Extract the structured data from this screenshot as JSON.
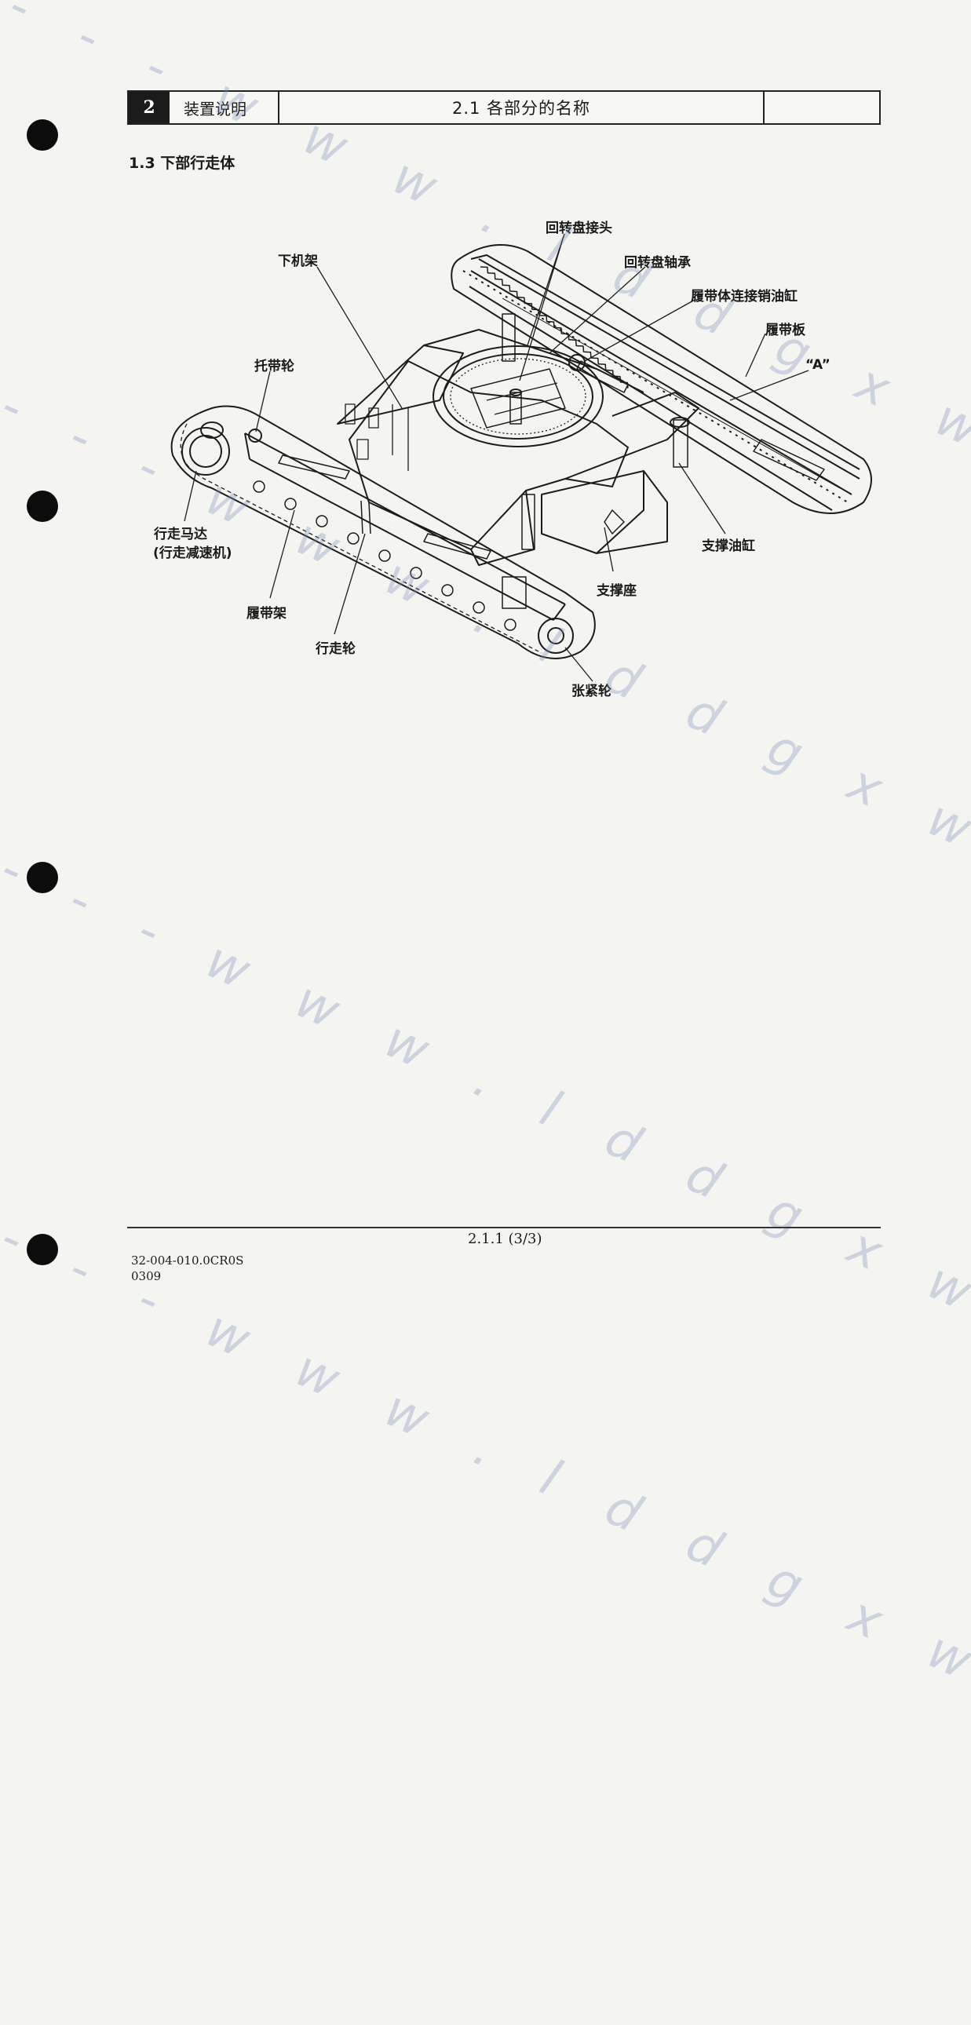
{
  "header": {
    "chapter_number": "2",
    "chapter_title": "装置说明",
    "section_title": "2.1  各部分的名称"
  },
  "subtitle": "1.3  下部行走体",
  "diagram": {
    "labels": {
      "swivel_joint": "回转盘接头",
      "lower_frame": "下机架",
      "slewing_bearing": "回转盘轴承",
      "crawler_pin_cylinder": "履带体连接销油缸",
      "track_shoe": "履带板",
      "a_mark": "“A”",
      "carrier_roller": "托带轮",
      "travel_motor": "行走马达",
      "travel_reducer": "(行走减速机)",
      "support_cylinder": "支撑油缸",
      "support_seat": "支撑座",
      "track_frame": "履带架",
      "track_roller": "行走轮",
      "idler": "张紧轮"
    }
  },
  "watermark": {
    "text": "- - - w w w . l d d g x w . c o m - - - - - -"
  },
  "footer": {
    "page": "2.1.1 (3/3)",
    "code": "32-004-010.0CR0S",
    "date": "0309"
  }
}
